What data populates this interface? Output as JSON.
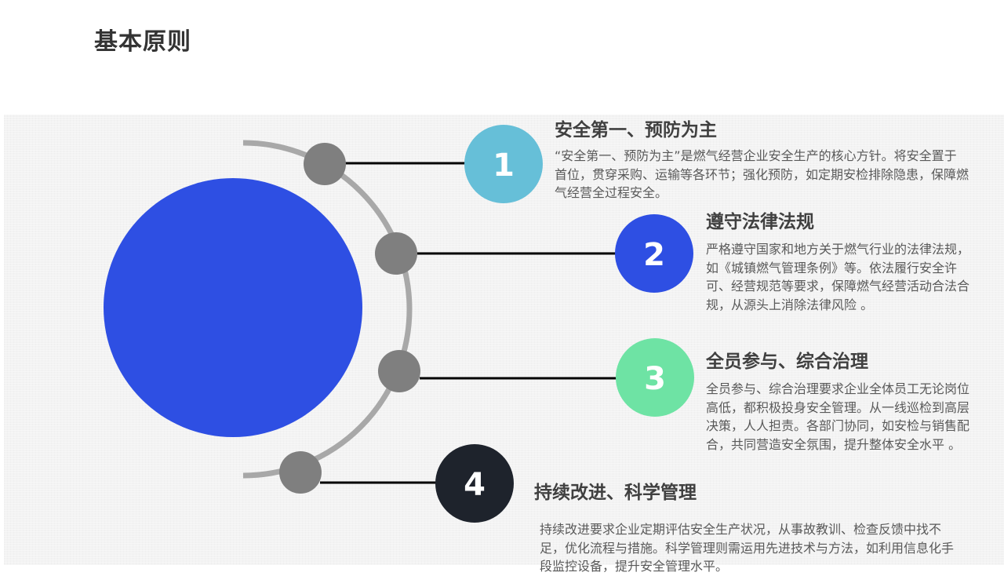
{
  "title": "基本原则",
  "colors": {
    "main_circle": "#2e4fe3",
    "arc": "#a8a8a8",
    "node": "#7f7f7f",
    "connector": "#000000",
    "badge_1": "#66bfd8",
    "badge_2": "#2e4fe3",
    "badge_3": "#6ee3a4",
    "badge_4": "#1e232c"
  },
  "items": [
    {
      "number": "1",
      "title": "安全第一、预防为主",
      "description": "“安全第一、预防为主”是燃气经营企业安全生产的核心方针。将安全置于首位，贯穿采购、运输等各环节；强化预防，如定期安检排除隐患，保障燃气经营全过程安全。"
    },
    {
      "number": "2",
      "title": "遵守法律法规",
      "description": "严格遵守国家和地方关于燃气行业的法律法规，如《城镇燃气管理条例》等。依法履行安全许可、经营规范等要求，保障燃气经营活动合法合规，从源头上消除法律风险 。"
    },
    {
      "number": "3",
      "title": "全员参与、综合治理",
      "description": "全员参与、综合治理要求企业全体员工无论岗位高低，都积极投身安全管理。从一线巡检到高层决策，人人担责。各部门协同，如安检与销售配合，共同营造安全氛围，提升整体安全水平 。"
    },
    {
      "number": "4",
      "title": "持续改进、科学管理",
      "description": "持续改进要求企业定期评估安全生产状况，从事故教训、检查反馈中找不足，优化流程与措施。科学管理则需运用先进技术与方法，如利用信息化手段监控设备，提升安全管理水平。"
    }
  ]
}
